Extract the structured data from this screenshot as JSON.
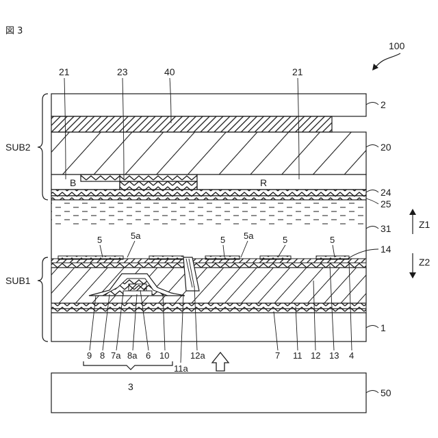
{
  "figure_title": "図 3",
  "device_label": "100",
  "substrates": {
    "upper": "SUB2",
    "lower": "SUB1"
  },
  "directions": {
    "up": "Z1",
    "down": "Z2"
  },
  "color_filter_letters": {
    "blue": "B",
    "red": "R"
  },
  "labels": {
    "l21a": "21",
    "l23": "23",
    "l40": "40",
    "l21b": "21",
    "l2": "2",
    "l20": "20",
    "l24": "24",
    "l25": "25",
    "l31": "31",
    "l14": "14",
    "l1": "1",
    "l50": "50",
    "l5a": "5",
    "l5aa": "5a",
    "l5b": "5",
    "l5ab": "5a",
    "l5c": "5",
    "l5d": "5",
    "l9": "9",
    "l8": "8",
    "l7a": "7a",
    "l8a": "8a",
    "l6": "6",
    "l10": "10",
    "l11a": "11a",
    "l12a": "12a",
    "l7": "7",
    "l11": "11",
    "l12": "12",
    "l13": "13",
    "l4": "4",
    "l3": "3"
  },
  "colors": {
    "ink": "#1a1a1a",
    "background": "#ffffff"
  }
}
